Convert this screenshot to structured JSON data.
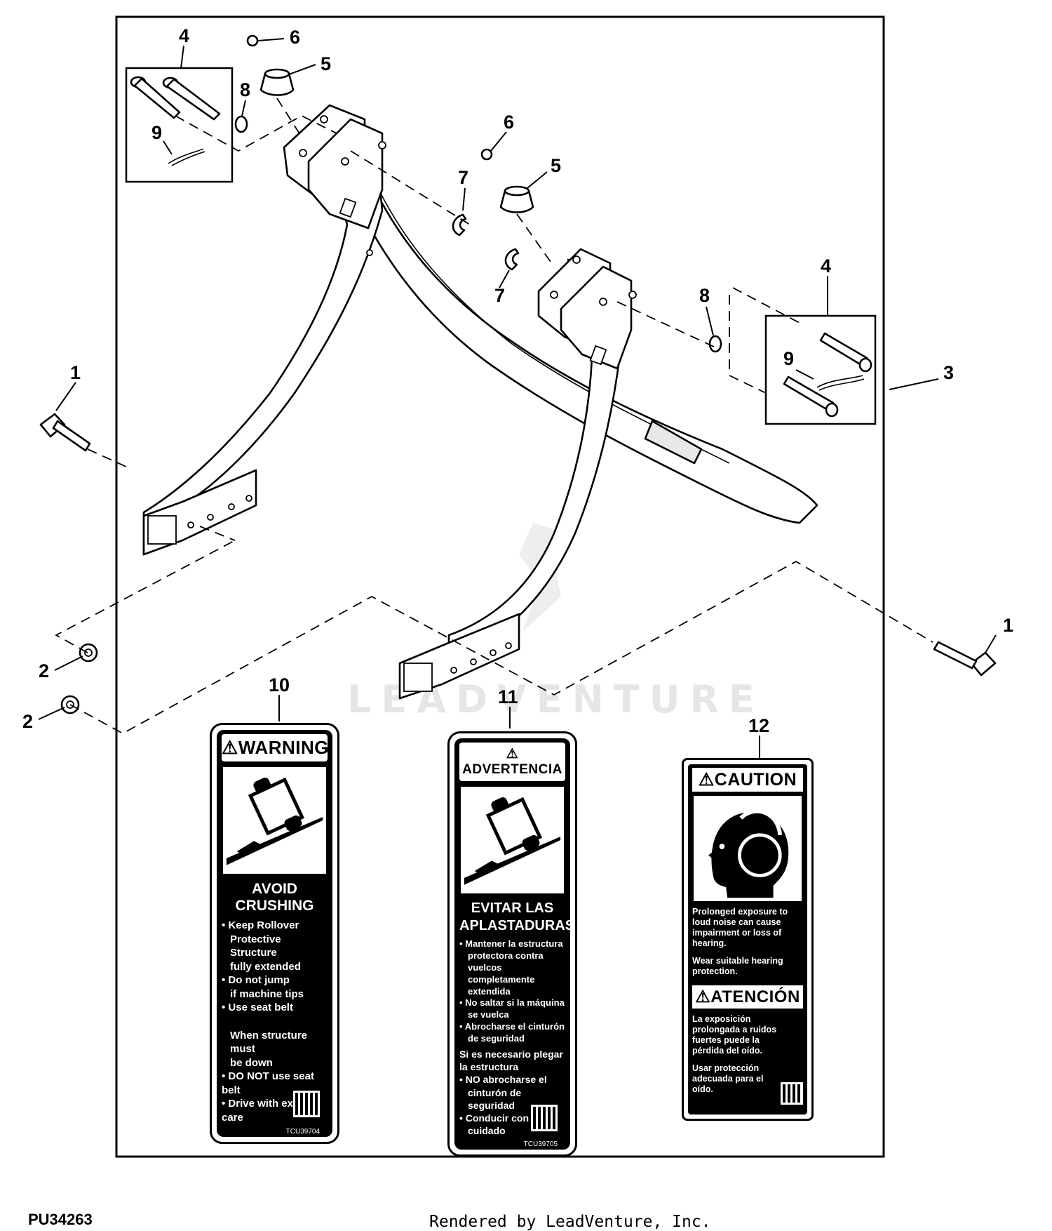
{
  "callouts": {
    "c1a": "1",
    "c1b": "1",
    "c2a": "2",
    "c2b": "2",
    "c3": "3",
    "c4a": "4",
    "c4b": "4",
    "c5a": "5",
    "c5b": "5",
    "c6a": "6",
    "c6b": "6",
    "c7a": "7",
    "c7b": "7",
    "c8a": "8",
    "c8b": "8",
    "c9a": "9",
    "c9b": "9",
    "c10": "10",
    "c11": "11",
    "c12": "12"
  },
  "decal_warning": {
    "header": "WARNING",
    "title": "AVOID CRUSHING",
    "lines": [
      "Keep Rollover",
      "Protective Structure",
      "fully extended",
      "Do not jump",
      "if machine tips",
      "Use seat belt",
      "When structure must",
      "be down",
      "DO NOT use seat belt",
      "Drive with extra care"
    ],
    "code": "TCU39704"
  },
  "decal_advertencia": {
    "header": "ADVERTENCIA",
    "title_1": "EVITAR LAS",
    "title_2": "APLASTADURAS",
    "lines": [
      "Mantener la estructura",
      "protectora contra",
      "vuelcos completamente",
      "extendida",
      "No saltar si la máquina",
      "se vuelca",
      "Abrocharse el cinturón",
      "de seguridad",
      "Si es necesario plegar",
      "la estructura",
      "NO abrocharse el",
      "cinturón de seguridad",
      "Conducir con sumo",
      "cuidado"
    ],
    "code": "TCU39705"
  },
  "decal_caution": {
    "header_en": "CAUTION",
    "text_en_1": "Prolonged exposure to loud noise can cause impairment or loss of hearing.",
    "text_en_2": "Wear suitable hearing protection.",
    "header_es": "ATENCIÓN",
    "text_es_1": "La exposición prolongada a ruidos fuertes puede la pérdida del oído.",
    "text_es_2": "Usar protección adecuada para el oído."
  },
  "watermark": "LEADVENTURE",
  "figure_id": "PU34263",
  "rendered_by": "Rendered by LeadVenture, Inc.",
  "colors": {
    "ink": "#000000",
    "paper": "#ffffff",
    "watermark": "#e6e6e6"
  }
}
